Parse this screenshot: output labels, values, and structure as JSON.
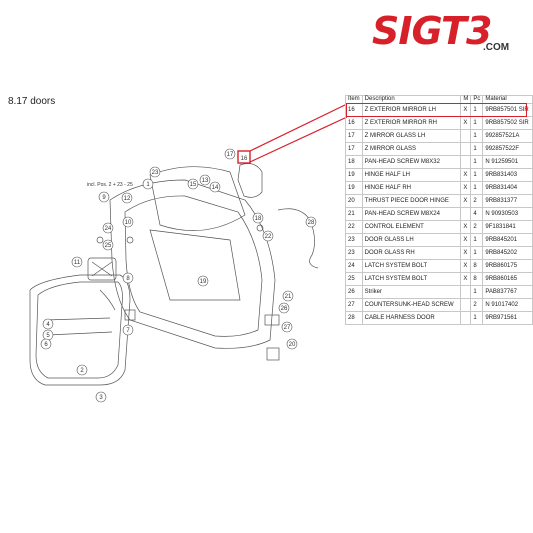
{
  "brand": {
    "logo": "SIGT3",
    "domain": ".COM",
    "accent": "#d8202a"
  },
  "section_title": "8.17  doors",
  "diagram": {
    "callouts": [
      "1",
      "2",
      "3",
      "4",
      "5",
      "6",
      "7",
      "8",
      "9",
      "10",
      "11",
      "12",
      "13",
      "14",
      "15",
      "16",
      "17",
      "18",
      "19",
      "20",
      "21",
      "22",
      "23",
      "24",
      "25",
      "26",
      "27",
      "28"
    ],
    "note": "incl. Pos. 2 + 23 - 25"
  },
  "table": {
    "headers": [
      "Item",
      "Description",
      "M",
      "Pc",
      "Material"
    ],
    "rows": [
      {
        "item": "16",
        "desc": "Z EXTERIOR MIRROR LH",
        "m": "X",
        "pc": "1",
        "mat": "9RB857501 SIR"
      },
      {
        "item": "16",
        "desc": "Z EXTERIOR MIRROR RH",
        "m": "X",
        "pc": "1",
        "mat": "9RB857502 SIR"
      },
      {
        "item": "17",
        "desc": "Z MIRROR GLASS LH",
        "m": "",
        "pc": "1",
        "mat": "992857521A"
      },
      {
        "item": "17",
        "desc": "Z MIRROR GLASS",
        "m": "",
        "pc": "1",
        "mat": "992857522F"
      },
      {
        "item": "18",
        "desc": "PAN-HEAD SCREW M8X32",
        "m": "",
        "pc": "1",
        "mat": "N 91259501"
      },
      {
        "item": "19",
        "desc": "HINGE HALF LH",
        "m": "X",
        "pc": "1",
        "mat": "9RB831403"
      },
      {
        "item": "19",
        "desc": "HINGE HALF RH",
        "m": "X",
        "pc": "1",
        "mat": "9RB831404"
      },
      {
        "item": "20",
        "desc": "THRUST PIECE DOOR HINGE",
        "m": "X",
        "pc": "2",
        "mat": "9RB831377"
      },
      {
        "item": "21",
        "desc": "PAN-HEAD SCREW M8X24",
        "m": "",
        "pc": "4",
        "mat": "N 90930503"
      },
      {
        "item": "22",
        "desc": "CONTROL ELEMENT",
        "m": "X",
        "pc": "2",
        "mat": "9F1831841"
      },
      {
        "item": "23",
        "desc": "DOOR GLASS LH",
        "m": "X",
        "pc": "1",
        "mat": "9RB845201"
      },
      {
        "item": "23",
        "desc": "DOOR GLASS RH",
        "m": "X",
        "pc": "1",
        "mat": "9RB845202"
      },
      {
        "item": "24",
        "desc": "LATCH SYSTEM BOLT",
        "m": "X",
        "pc": "8",
        "mat": "9RB860175"
      },
      {
        "item": "25",
        "desc": "LATCH SYSTEM BOLT",
        "m": "X",
        "pc": "8",
        "mat": "9RB860165"
      },
      {
        "item": "26",
        "desc": "Striker",
        "m": "",
        "pc": "1",
        "mat": "PAB837767"
      },
      {
        "item": "27",
        "desc": "COUNTERSUNK-HEAD SCREW",
        "m": "",
        "pc": "2",
        "mat": "N 91017402"
      },
      {
        "item": "28",
        "desc": "CABLE HARNESS DOOR",
        "m": "",
        "pc": "1",
        "mat": "9RB971561"
      }
    ]
  }
}
